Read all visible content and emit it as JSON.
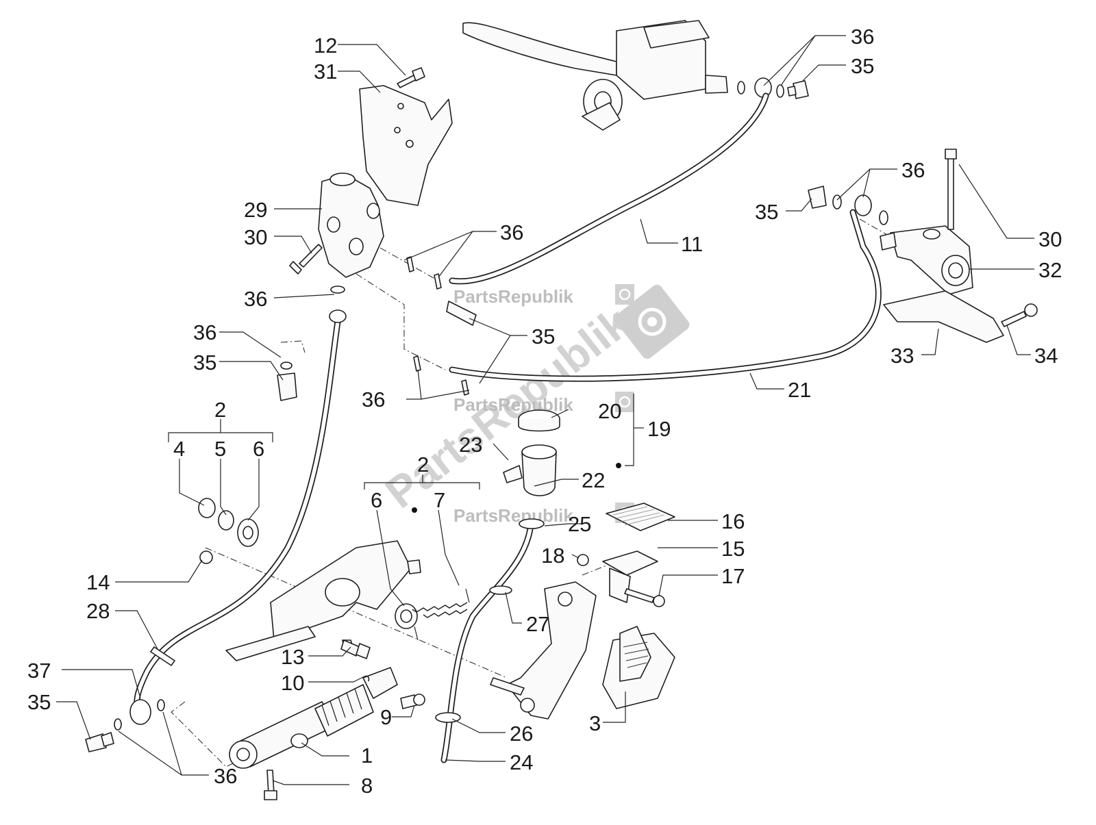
{
  "watermark": {
    "text": "PartsRepublik",
    "diagonal_text": "PartsRepublik"
  },
  "callouts": {
    "c12": "12",
    "c31": "31",
    "c29": "29",
    "c30a": "30",
    "c36a": "36",
    "c36b": "36",
    "c35a": "35",
    "c2a": "2",
    "c4": "4",
    "c5": "5",
    "c6a": "6",
    "c14": "14",
    "c28": "28",
    "c37": "37",
    "c35b": "35",
    "c36c": "36",
    "c8": "8",
    "c1": "1",
    "c9": "9",
    "c10": "10",
    "c13": "13",
    "c2b": "2",
    "c6b": "6",
    "c7": "7",
    "c36d": "36",
    "c35c": "35",
    "c36e": "36",
    "c11": "11",
    "c36f": "36",
    "c35d": "35",
    "c36g": "36",
    "c35e": "35",
    "c30b": "30",
    "c32": "32",
    "c33": "33",
    "c34": "34",
    "c21": "21",
    "c20": "20",
    "c19": "19",
    "c23": "23",
    "c22": "22",
    "c25": "25",
    "c16": "16",
    "c15": "15",
    "c18": "18",
    "c17": "17",
    "c27": "27",
    "c26": "26",
    "c24": "24",
    "c3": "3"
  }
}
